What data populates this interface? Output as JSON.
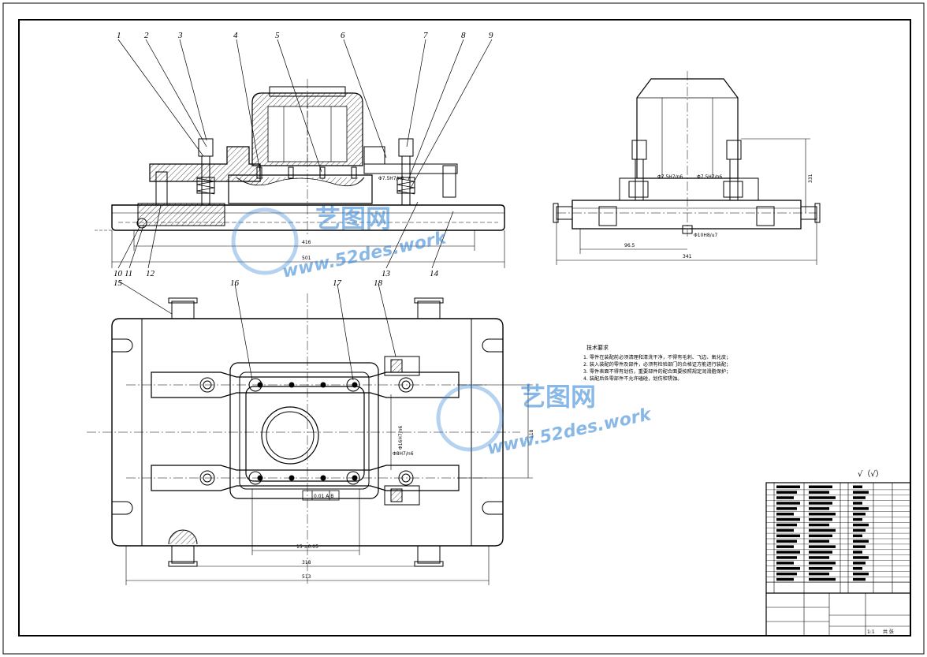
{
  "labels": [
    "1",
    "2",
    "3",
    "4",
    "5",
    "6",
    "7",
    "8",
    "9",
    "10",
    "11",
    "12",
    "13",
    "14",
    "15",
    "16",
    "17",
    "18"
  ],
  "dims": {
    "front_416": "416",
    "front_501": "501",
    "side_341": "341",
    "side_96_5": "96.5",
    "side_height": "331",
    "top_318": "318",
    "top_513": "513",
    "top_118": "118",
    "top_hole": "15 ±0.05",
    "fit_1": "Φ7.5H7/n6",
    "fit_2": "Φ7.5H7/n6",
    "fit_3": "Φ7.5H7/n6",
    "fit_4": "Φ10H8/u7",
    "fit_5": "Φ16H7/n6",
    "fit_6": "Φ8H7/n6",
    "tol": "0.01 A B"
  },
  "notes": {
    "title": "技术要求",
    "lines": [
      "1. 零件在装配前必须清理和清洗干净，不得有毛刺、飞边、氧化皮；",
      "2. 装入装配的零件及部件，必须有检验部门的合格证方能进行装配；",
      "3. 零件表面不得有划伤，重要部件的配合面要按照规定润滑脂保护；",
      "4. 装配后各零部件不允许磕碰，划伤和锈蚀。"
    ]
  },
  "roughness": "√（√）",
  "watermark": {
    "brand": "艺图网",
    "url": "www.52des.work"
  },
  "title_block": {
    "scale": "1:1",
    "sheet": "共  张"
  },
  "colors": {
    "line": "#000000",
    "watermark": "#2a7fd4"
  }
}
